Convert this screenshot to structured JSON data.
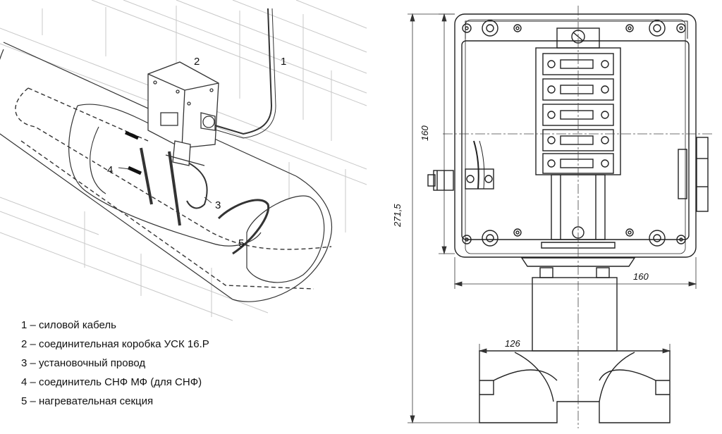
{
  "callouts": {
    "c1": "1",
    "c2": "2",
    "c3": "3",
    "c4": "4",
    "c5": "5"
  },
  "legend": {
    "items": [
      "1 – силовой кабель",
      "2 – соединительная коробка УСК 16.Р",
      "3 – установочный провод",
      "4 – соединитель СНФ МФ (для СНФ)",
      "5 – нагревательная секция"
    ]
  },
  "dimensions": {
    "box_height": "160",
    "total_height": "271,5",
    "box_width": "160",
    "base_width": "126"
  }
}
